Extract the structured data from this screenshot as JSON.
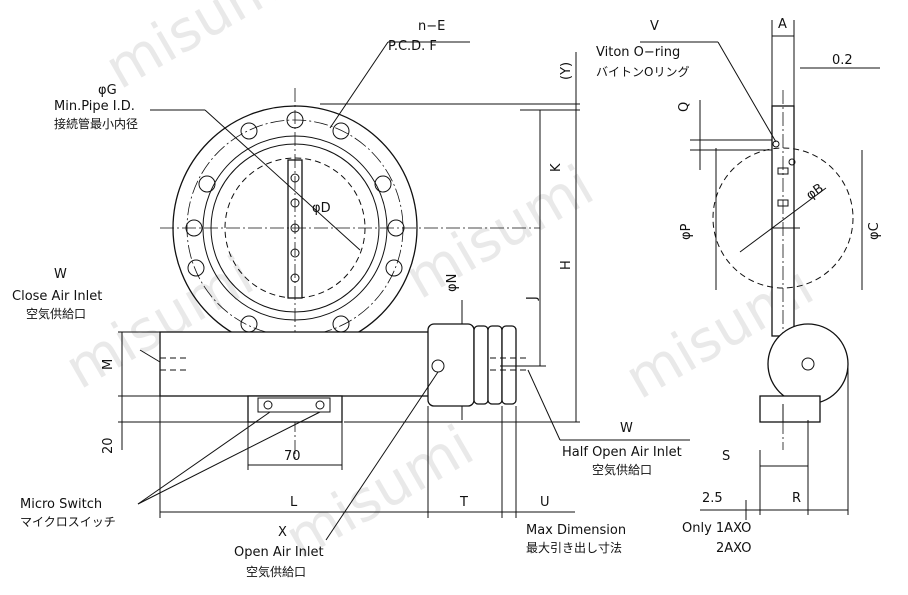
{
  "labels": {
    "nE": "n−E",
    "pcd": "P.C.D. F",
    "y": "(Y)",
    "phiG": "φG",
    "minPipe": "Min.Pipe I.D.",
    "minPipeJp": "接続管最小内径",
    "phiD": "φD",
    "k": "K",
    "h": "H",
    "j": "J",
    "phiN": "φN",
    "wLeft": "W",
    "closeAir": "Close Air Inlet",
    "closeAirJp": "空気供給口",
    "m": "M",
    "twenty": "20",
    "seventy": "70",
    "microSwitch": "Micro Switch",
    "microSwitchJp": "マイクロスイッチ",
    "l": "L",
    "t": "T",
    "u": "U",
    "x": "X",
    "openAir": "Open Air Inlet",
    "openAirJp": "空気供給口",
    "maxDim": "Max Dimension",
    "maxDimJp": "最大引き出し寸法",
    "wRight": "W",
    "halfOpen": "Half Open Air Inlet",
    "halfOpenJp": "空気供給口",
    "v": "V",
    "viton": "Viton O−ring",
    "vitonJp": "バイトンOリング",
    "a": "A",
    "pointTwo": "0.2",
    "q": "Q",
    "phiB": "φB",
    "phiP": "φP",
    "phiC": "φC",
    "s": "S",
    "twoPointFive": "2.5",
    "r": "R",
    "only": "Only 1AXO",
    "only2": "2AXO"
  },
  "watermark": "misumi"
}
